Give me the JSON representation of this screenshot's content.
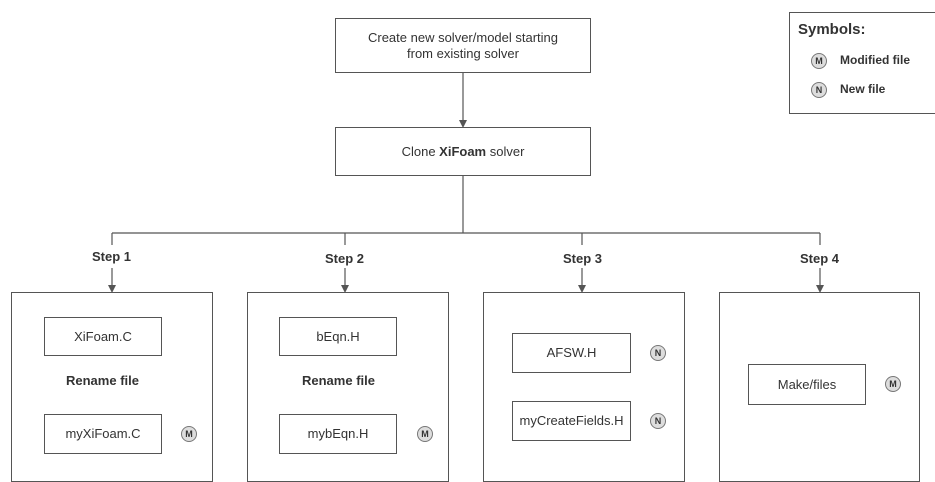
{
  "diagram": {
    "top_box": "Create new solver/model starting from existing solver",
    "clone_box": {
      "prefix": "Clone ",
      "emphasis": "XiFoam",
      "suffix": " solver"
    },
    "steps": [
      {
        "label": "Step 1",
        "source_file": "XiFoam.C",
        "action": "Rename file",
        "target_file": "myXiFoam.C",
        "target_badge": "M"
      },
      {
        "label": "Step 2",
        "source_file": "bEqn.H",
        "action": "Rename file",
        "target_file": "mybEqn.H",
        "target_badge": "M"
      },
      {
        "label": "Step 3",
        "files": [
          {
            "name": "AFSW.H",
            "badge": "N"
          },
          {
            "name": "myCreateFields.H",
            "badge": "N"
          }
        ]
      },
      {
        "label": "Step 4",
        "files": [
          {
            "name": "Make/files",
            "badge": "M"
          }
        ]
      }
    ]
  },
  "legend": {
    "title": "Symbols:",
    "items": [
      {
        "badge": "M",
        "label": "Modified file"
      },
      {
        "badge": "N",
        "label": "New file"
      }
    ]
  },
  "colors": {
    "line": "#555555",
    "badge_fill": "#dddddd",
    "text": "#333333"
  }
}
